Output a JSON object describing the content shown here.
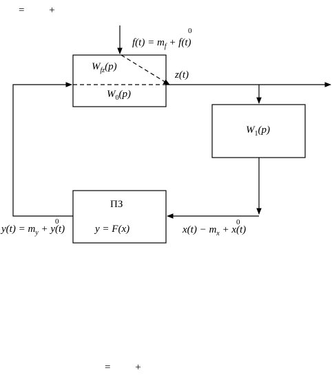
{
  "top_fragment": {
    "eq": "=",
    "plus": "+"
  },
  "bottom_fragment": {
    "eq": "=",
    "plus": "+"
  },
  "input_signal": {
    "label": "f(t) = m",
    "sub": "f",
    "tail": " + f(t)",
    "accent": "0"
  },
  "output_signal": {
    "label": "z(t)"
  },
  "block_top": {
    "upper": "W",
    "upper_sub": "fz",
    "upper_tail": "(p)",
    "lower": "W",
    "lower_sub": "0",
    "lower_tail": "(p)"
  },
  "block_right": {
    "label": "W",
    "sub": "1",
    "tail": "(p)"
  },
  "block_bottom": {
    "title": "ПЗ",
    "formula": "y = F(x)"
  },
  "feedback_signal": {
    "label": "y(t) = m",
    "sub": "y",
    "tail": " + y(t)",
    "accent": "0"
  },
  "bottom_input_signal": {
    "label": "x(t) − m",
    "sub": "x",
    "tail": " + x(t)",
    "accent": "0"
  }
}
